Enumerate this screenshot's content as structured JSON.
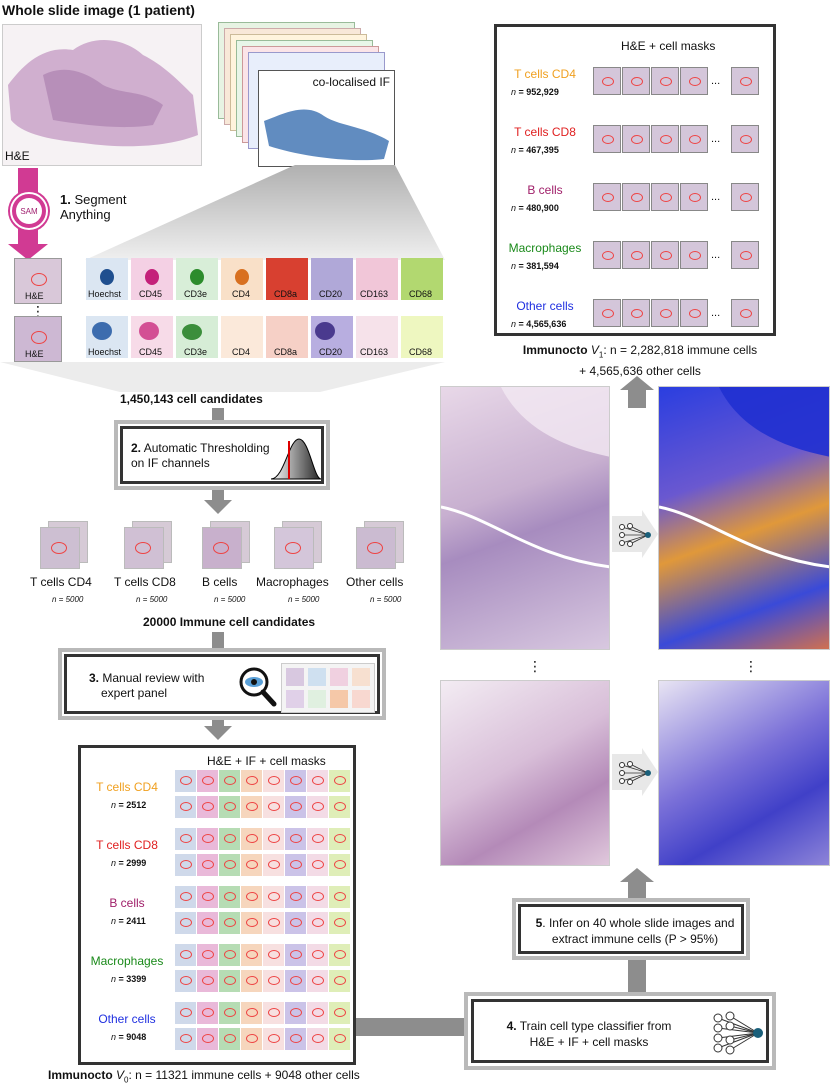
{
  "wsi_title": "Whole slide image (1 patient)",
  "he_label": "H&E",
  "if_label": "co-localised IF",
  "sam_badge": "SAM",
  "step1": {
    "num": "1.",
    "text": "Segment",
    "text2": "Anything"
  },
  "channels_top": [
    "Hoechst",
    "CD45",
    "CD3e",
    "CD4",
    "CD8a",
    "CD20",
    "CD163",
    "CD68"
  ],
  "channels_bottom": [
    "Hoechst",
    "CD45",
    "CD3e",
    "CD4",
    "CD8a",
    "CD20",
    "CD163",
    "CD68"
  ],
  "candidates": "1,450,143 cell candidates",
  "step2": {
    "num": "2.",
    "text": "Automatic Thresholding",
    "text2": "on IF channels"
  },
  "cell_types": [
    {
      "name": "T cells CD4",
      "color": "#f0a020",
      "n": "n = 5000"
    },
    {
      "name": "T cells CD8",
      "color": "#e02020",
      "n": "n = 5000"
    },
    {
      "name": "B cells",
      "color": "#a0206a",
      "n": "n = 5000"
    },
    {
      "name": "Macrophages",
      "color": "#1a8a1a",
      "n": "n = 5000"
    },
    {
      "name": "Other cells",
      "color": "#2030e0",
      "n": "n = 5000"
    }
  ],
  "immune_candidates": "20000 Immune cell candidates",
  "step3": {
    "num": "3.",
    "text": "Manual review with",
    "text2": "expert panel"
  },
  "v0_box": {
    "header": "H&E + IF + cell masks",
    "rows": [
      {
        "name": "T cells CD4",
        "color": "#f0a020",
        "n_label": "n",
        "n_value": "= 2512"
      },
      {
        "name": "T cells CD8",
        "color": "#e02020",
        "n_label": "n",
        "n_value": "= 2999"
      },
      {
        "name": "B cells",
        "color": "#a0206a",
        "n_label": "n",
        "n_value": "= 2411"
      },
      {
        "name": "Macrophages",
        "color": "#1a8a1a",
        "n_label": "n",
        "n_value": "= 3399"
      },
      {
        "name": "Other cells",
        "color": "#2030e0",
        "n_label": "n",
        "n_value": "= 9048"
      }
    ]
  },
  "v0_caption": {
    "prefix": "Immunocto",
    "v": "V",
    "sub": "0",
    "rest": ": n = 11321 immune cells + 9048 other cells"
  },
  "v1_box": {
    "header": "H&E + cell masks",
    "ellipsis": "...",
    "rows": [
      {
        "name": "T cells CD4",
        "color": "#f0a020",
        "n_label": "n",
        "n_value": "= 952,929"
      },
      {
        "name": "T cells CD8",
        "color": "#e02020",
        "n_label": "n",
        "n_value": "= 467,395"
      },
      {
        "name": "B cells",
        "color": "#a0206a",
        "n_label": "n",
        "n_value": "= 480,900"
      },
      {
        "name": "Macrophages",
        "color": "#1a8a1a",
        "n_label": "n",
        "n_value": "= 381,594"
      },
      {
        "name": "Other cells",
        "color": "#2030e0",
        "n_label": "n",
        "n_value": "= 4,565,636"
      }
    ]
  },
  "v1_caption": {
    "prefix": "Immunocto",
    "v": "V",
    "sub": "1",
    "rest": ": n = 2,282,818 immune cells",
    "line2": "+ 4,565,636 other cells"
  },
  "step4": {
    "num": "4.",
    "text": "Train cell type classifier from",
    "text2": "H&E + IF + cell masks"
  },
  "step5": {
    "num": "5",
    "text": ". Infer on 40 whole slide images and",
    "text2": "extract immune cells (P > 95%)"
  },
  "vdots": "⋮"
}
